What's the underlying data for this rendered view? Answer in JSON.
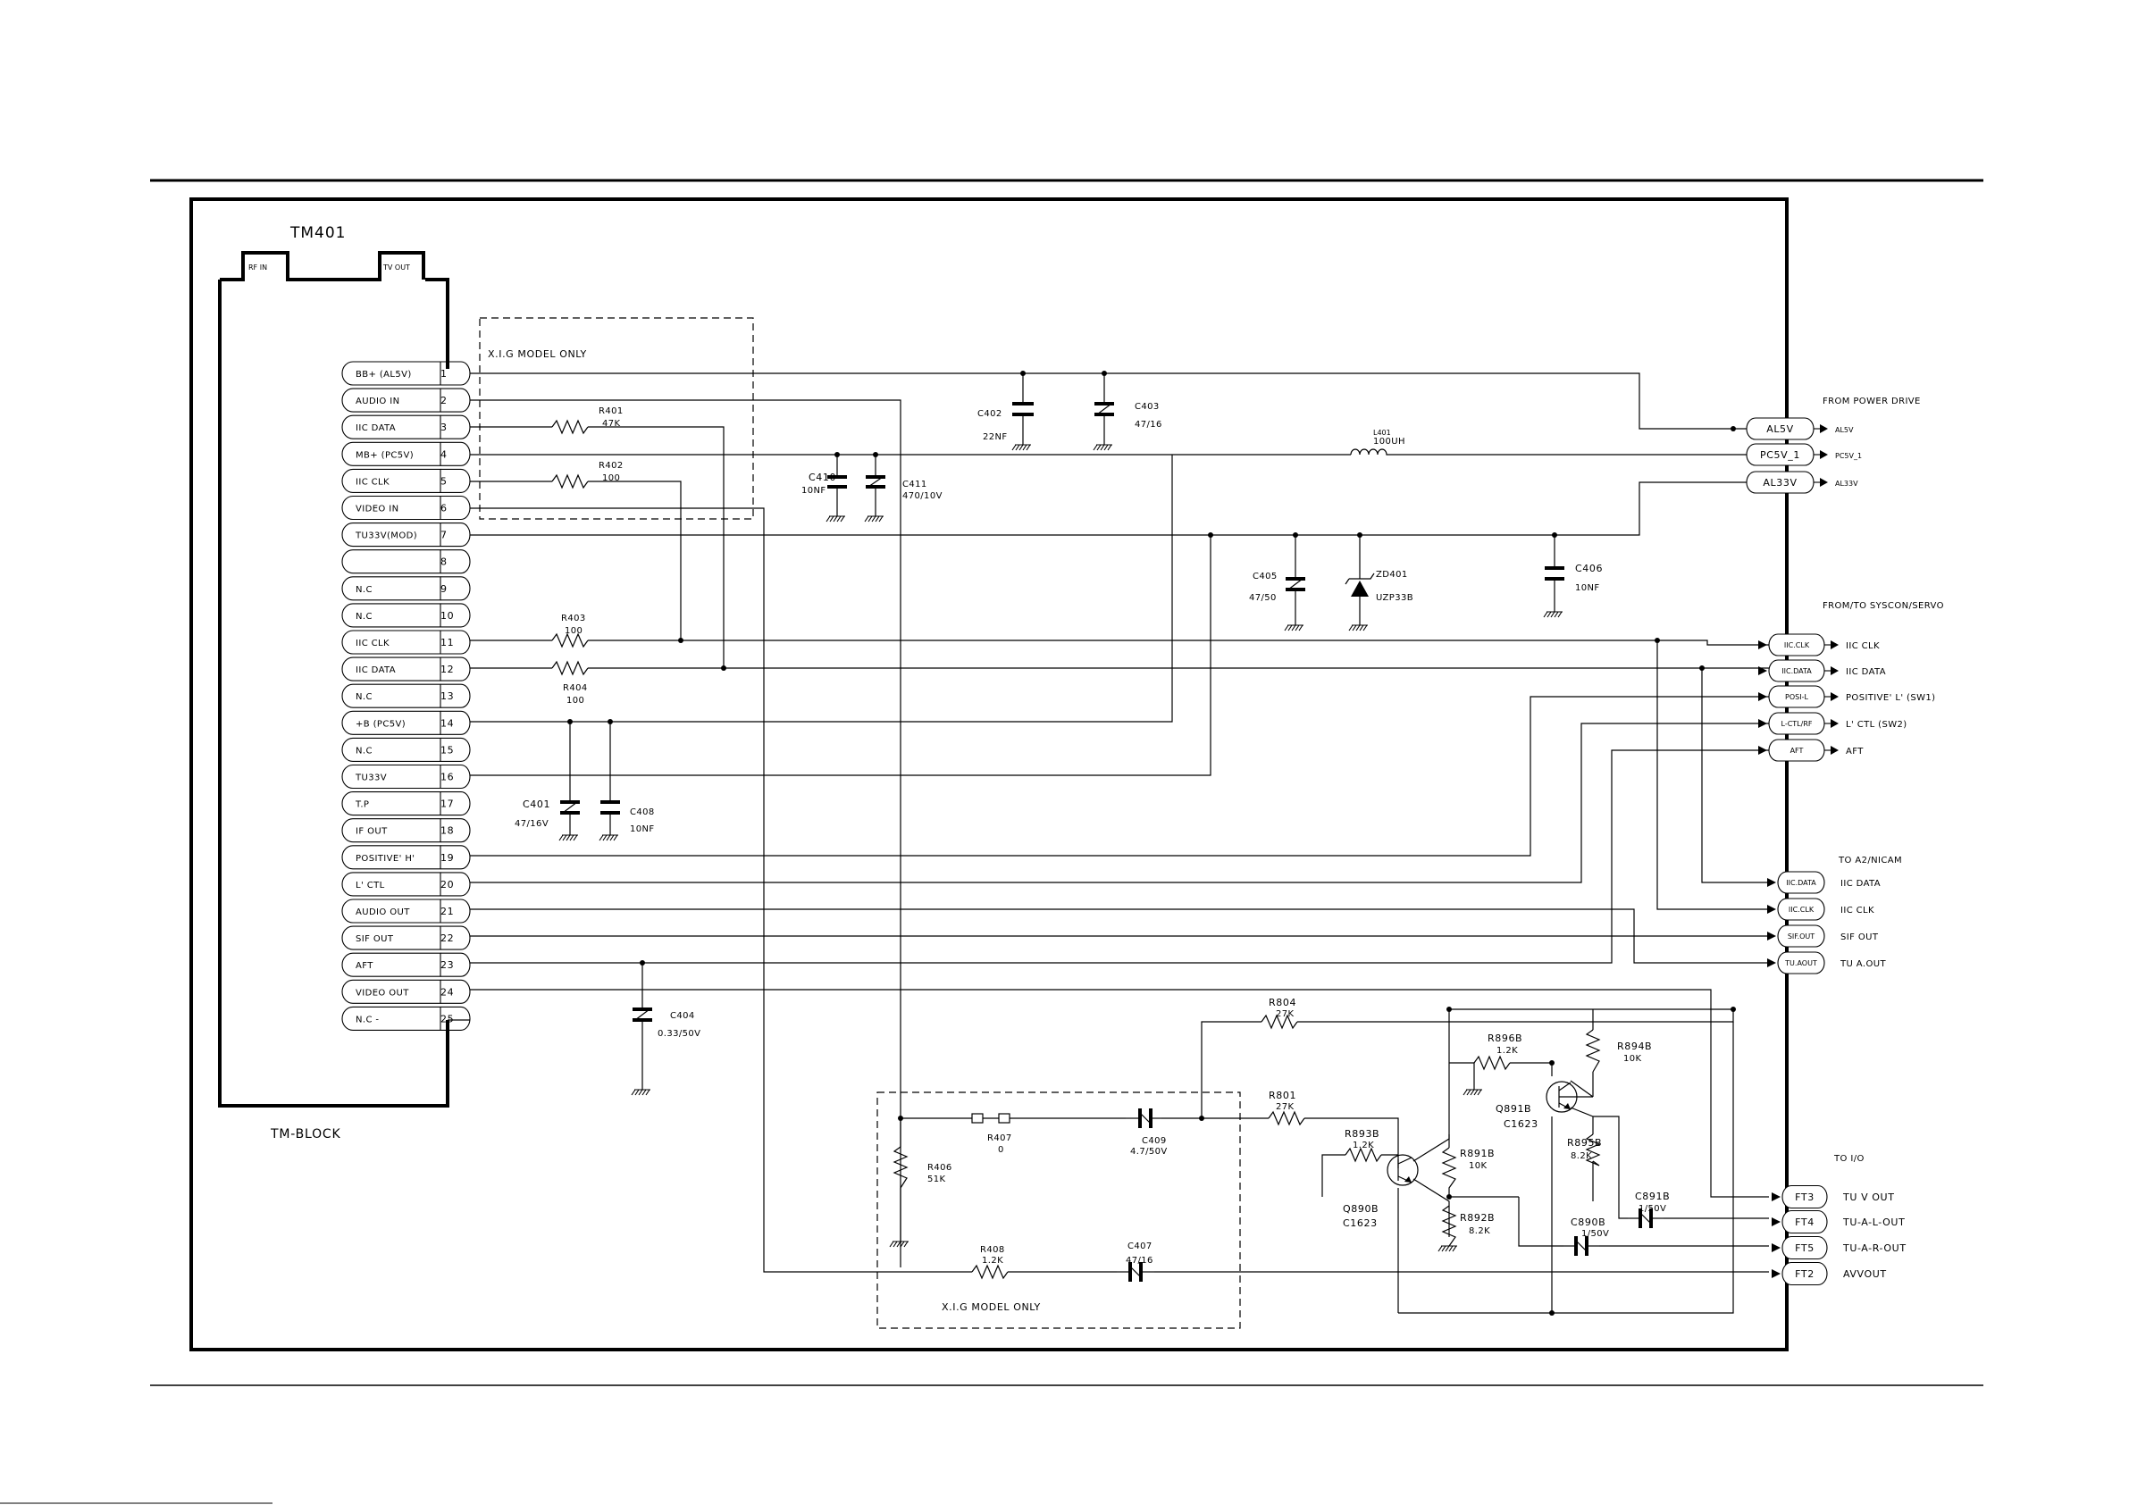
{
  "module": {
    "name": "TM401",
    "block_label": "TM-BLOCK",
    "rf_in": "RF IN",
    "tv_out": "TV OUT"
  },
  "pins": [
    {
      "num": "1",
      "label": "BB+ (AL5V)"
    },
    {
      "num": "2",
      "label": "AUDIO IN"
    },
    {
      "num": "3",
      "label": "IIC DATA"
    },
    {
      "num": "4",
      "label": "MB+ (PC5V)"
    },
    {
      "num": "5",
      "label": "IIC CLK"
    },
    {
      "num": "6",
      "label": "VIDEO IN"
    },
    {
      "num": "7",
      "label": "TU33V(MOD)"
    },
    {
      "num": "8",
      "label": ""
    },
    {
      "num": "9",
      "label": "N.C"
    },
    {
      "num": "10",
      "label": "N.C"
    },
    {
      "num": "11",
      "label": "IIC CLK"
    },
    {
      "num": "12",
      "label": "IIC DATA"
    },
    {
      "num": "13",
      "label": "N.C"
    },
    {
      "num": "14",
      "label": "+B (PC5V)"
    },
    {
      "num": "15",
      "label": "N.C"
    },
    {
      "num": "16",
      "label": "TU33V"
    },
    {
      "num": "17",
      "label": "T.P"
    },
    {
      "num": "18",
      "label": "IF OUT"
    },
    {
      "num": "19",
      "label": "POSITIVE' H'"
    },
    {
      "num": "20",
      "label": "L' CTL"
    },
    {
      "num": "21",
      "label": "AUDIO OUT"
    },
    {
      "num": "22",
      "label": "SIF OUT"
    },
    {
      "num": "23",
      "label": "AFT"
    },
    {
      "num": "24",
      "label": "VIDEO OUT"
    },
    {
      "num": "25",
      "label": "N.C -"
    }
  ],
  "regions": {
    "xig_top": "X.I.G MODEL ONLY",
    "xig_bottom": "X.I.G MODEL ONLY"
  },
  "groups": {
    "power": "FROM    POWER DRIVE",
    "syscon": "FROM/TO SYSCON/SERVO",
    "a2": "TO A2/NICAM",
    "io": "TO I/O"
  },
  "connectors": {
    "power": [
      {
        "tag": "AL5V",
        "signal": "AL5V"
      },
      {
        "tag": "PC5V_1",
        "signal": "PC5V_1"
      },
      {
        "tag": "AL33V",
        "signal": "AL33V"
      }
    ],
    "syscon": [
      {
        "tag": "IIC.CLK",
        "signal": "IIC CLK"
      },
      {
        "tag": "IIC.DATA",
        "signal": "IIC DATA"
      },
      {
        "tag": "POSI-L",
        "signal": "POSITIVE' L' (SW1)"
      },
      {
        "tag": "L-CTL/RF",
        "signal": "L' CTL  (SW2)"
      },
      {
        "tag": "AFT",
        "signal": "AFT"
      }
    ],
    "a2": [
      {
        "tag": "IIC.DATA",
        "signal": "IIC DATA"
      },
      {
        "tag": "IIC.CLK",
        "signal": "IIC CLK"
      },
      {
        "tag": "SIF.OUT",
        "signal": "SIF OUT"
      },
      {
        "tag": "TU.AOUT",
        "signal": "TU A.OUT"
      }
    ],
    "io": [
      {
        "tag": "FT3",
        "signal": "TU V OUT"
      },
      {
        "tag": "FT4",
        "signal": "TU-A-L-OUT"
      },
      {
        "tag": "FT5",
        "signal": "TU-A-R-OUT"
      },
      {
        "tag": "FT2",
        "signal": "AVVOUT"
      }
    ]
  },
  "components": {
    "r401": {
      "ref": "R401",
      "value": "47K"
    },
    "r402": {
      "ref": "R402",
      "value": "100"
    },
    "r403": {
      "ref": "R403",
      "value": "100"
    },
    "r404": {
      "ref": "R404",
      "value": "100"
    },
    "c402": {
      "ref": "C402",
      "value": "22NF"
    },
    "c403": {
      "ref": "C403",
      "value": "47/16"
    },
    "c410": {
      "ref": "C410",
      "value": "10NF"
    },
    "c411": {
      "ref": "C411",
      "value": "470/10V"
    },
    "l401": {
      "ref": "L401",
      "value": "100UH"
    },
    "c405": {
      "ref": "C405",
      "value": "47/50"
    },
    "zd401": {
      "ref": "ZD401",
      "value": "UZP33B"
    },
    "c406": {
      "ref": "C406",
      "value": "10NF"
    },
    "c401": {
      "ref": "C401",
      "value": "47/16V"
    },
    "c408": {
      "ref": "C408",
      "value": "10NF"
    },
    "c404": {
      "ref": "C404",
      "value": "0.33/50V"
    },
    "r804": {
      "ref": "R804",
      "value": "27K"
    },
    "r801": {
      "ref": "R801",
      "value": "27K"
    },
    "r406": {
      "ref": "R406",
      "value": "51K"
    },
    "r407": {
      "ref": "R407",
      "value": "0"
    },
    "c409": {
      "ref": "C409",
      "value": "4.7/50V"
    },
    "r408": {
      "ref": "R408",
      "value": "1.2K"
    },
    "c407": {
      "ref": "C407",
      "value": "47/16"
    },
    "r893b": {
      "ref": "R893B",
      "value": "1.2K"
    },
    "q890b": {
      "ref": "Q890B",
      "value": "C1623"
    },
    "r891b": {
      "ref": "R891B",
      "value": "10K"
    },
    "r892b": {
      "ref": "R892B",
      "value": "8.2K"
    },
    "r896b": {
      "ref": "R896B",
      "value": "1.2K"
    },
    "q891b": {
      "ref": "Q891B",
      "value": "C1623"
    },
    "r894b": {
      "ref": "R894B",
      "value": "10K"
    },
    "r895b": {
      "ref": "R895B",
      "value": "8.2K"
    },
    "c891b": {
      "ref": "C891B",
      "value": "1/50V"
    },
    "c890b": {
      "ref": "C890B",
      "value": "1/50V"
    }
  }
}
